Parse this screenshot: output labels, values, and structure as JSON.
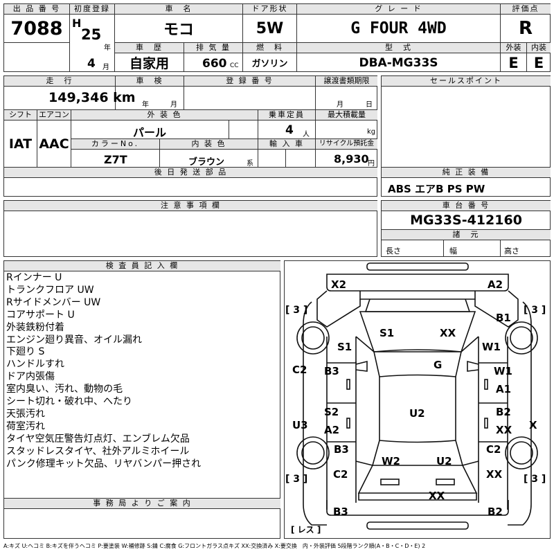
{
  "header": {
    "lot_label": "出 品 番 号",
    "lot_number": "7088",
    "first_reg_label": "初度登録",
    "era": "H",
    "year": "25",
    "year_unit": "年",
    "month": "4",
    "month_unit": "月",
    "car_name_label": "車　名",
    "car_name": "モコ",
    "door_label": "ドア形状",
    "door": "5W",
    "grade_label": "グ レ ー ド",
    "grade": "G FOUR 4WD",
    "score_label": "評価点",
    "score": "R",
    "history_label": "車　歴",
    "history": "自家用",
    "displacement_label": "排 気 量",
    "displacement": "660",
    "displacement_unit": "CC",
    "fuel_label": "燃　料",
    "fuel": "ガソリン",
    "model_code_label": "型　式",
    "model_code": "DBA-MG33S",
    "exterior_label": "外装",
    "exterior_score": "E",
    "interior_label": "内装",
    "interior_score": "E"
  },
  "info": {
    "mileage_label": "走　行",
    "mileage": "149,346 km",
    "inspection_label": "車　検",
    "inspection_year_unit": "年",
    "inspection_month_unit": "月",
    "reg_no_label": "登 録 番 号",
    "transfer_label": "譲渡書類期限",
    "transfer_month_unit": "月",
    "transfer_day_unit": "日",
    "shift_label": "シフト",
    "shift": "IAT",
    "aircon_label": "エアコン",
    "aircon": "AAC",
    "color_label": "外 装 色",
    "color": "パール",
    "capacity_label": "乗車定員",
    "capacity": "4",
    "capacity_unit": "人",
    "max_load_label": "最大積載量",
    "max_load_unit": "kg",
    "color_no_label": "カラーNo.",
    "color_no": "Z7T",
    "interior_color_label": "内 装 色",
    "interior_color": "ブラウン",
    "interior_color_suffix": "系",
    "import_label": "輸 入 車",
    "recycle_label": "リサイクル預託金",
    "recycle": "8,930",
    "recycle_unit": "円",
    "later_parts_label": "後 日 発 送 部 品",
    "sales_point_label": "セールスポイント",
    "genuine_equip_label": "純 正 装 備",
    "genuine_equip": "ABS エアB PS PW",
    "notes_label": "注 意 事 項 欄",
    "chassis_label": "車 台 番 号",
    "chassis_no": "MG33S-412160",
    "dims_label": "諸　元",
    "length_label": "長さ",
    "width_label": "幅",
    "height_label": "高さ"
  },
  "inspector": {
    "label": "検 査 員 記 入 欄",
    "lines": [
      "Rインナー U",
      "トランクフロア UW",
      "Rサイドメンバー UW",
      "コアサポート U",
      "外装鉄粉付着",
      "エンジン廻り異音、オイル漏れ",
      "下廻り S",
      "ハンドルすれ",
      "ドア内張傷",
      "室内臭い、汚れ、動物の毛",
      "シート切れ・破れ中、へたり",
      "天張汚れ",
      "荷室汚れ",
      "タイヤ空気圧警告灯点灯、エンブレム欠品",
      "スタッドレスタイヤ、社外アルミホイール",
      "パンク修理キット欠品、リヤバンパー押され"
    ],
    "office_label": "事 務 局 よ り ご 案 内"
  },
  "diagram": {
    "tire_tl": "[ 3 ]",
    "tire_tr": "[ 3 ]",
    "tire_bl": "[ 3 ]",
    "tire_br": "[ 3 ]",
    "spare": "[ レス ]",
    "codes": {
      "front_l": "X2",
      "front_r": "A2",
      "right_fender": "B1",
      "left_fender": "S1",
      "hood_l": "S1",
      "hood_r": "XX",
      "right_fender_low": "W1",
      "windshield": "G",
      "left_pillar": "C2",
      "left_front_door": "B3",
      "right_front_door_1": "W1",
      "right_front_door_2": "A1",
      "left_rear_door_1": "S2",
      "left_rear_door_2": "A2",
      "left_sill": "U3",
      "roof": "U2",
      "right_rear_door_1": "B2",
      "right_rear_door_2": "XX",
      "right_sill": "X",
      "left_rear_fender": "B3",
      "right_rear_pillar": "C2",
      "rear_glass_l": "W2",
      "rear_glass_r": "U2",
      "left_quarter": "C2",
      "right_quarter": "XX",
      "rear_center": "XX",
      "rear_l": "B3",
      "rear_r": "B2"
    }
  },
  "legend": "A:キズ U:ヘコミ B:キズを伴うヘコミ P:要塗装 W:補修跡 S:錆 C:腐食 G:フロントガラス点キズ XX:交換済み X:要交換　内・外装評価 5段階ランク順(A・B・C・D・E) 2"
}
